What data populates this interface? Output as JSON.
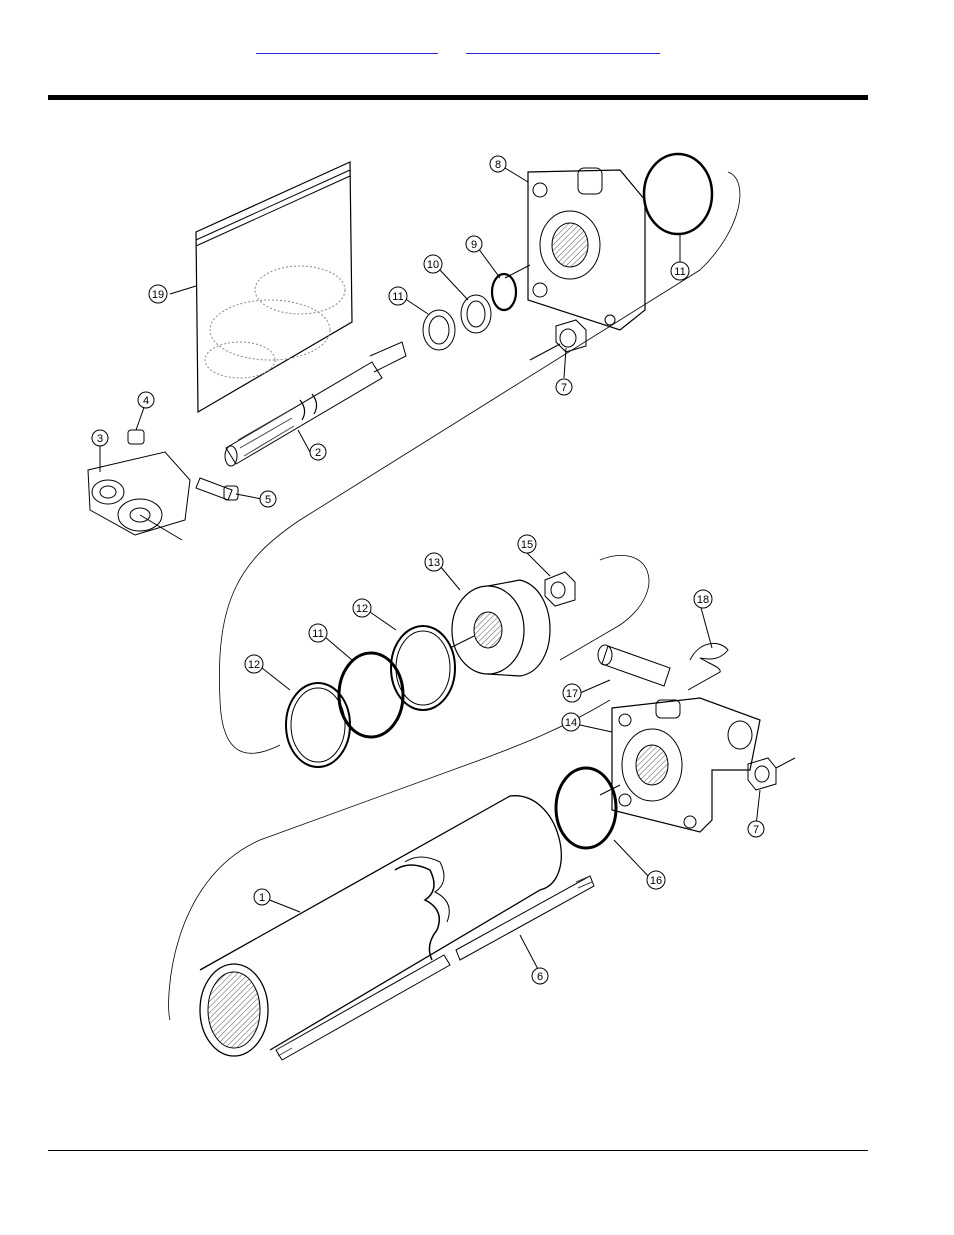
{
  "header": {
    "links": [
      {
        "label": ""
      },
      {
        "label": ""
      }
    ]
  },
  "diagram": {
    "callouts": [
      {
        "id": "1"
      },
      {
        "id": "2"
      },
      {
        "id": "3"
      },
      {
        "id": "4"
      },
      {
        "id": "5"
      },
      {
        "id": "6"
      },
      {
        "id": "7"
      },
      {
        "id": "7"
      },
      {
        "id": "8"
      },
      {
        "id": "9"
      },
      {
        "id": "10"
      },
      {
        "id": "11"
      },
      {
        "id": "11"
      },
      {
        "id": "11"
      },
      {
        "id": "12"
      },
      {
        "id": "12"
      },
      {
        "id": "13"
      },
      {
        "id": "14"
      },
      {
        "id": "15"
      },
      {
        "id": "16"
      },
      {
        "id": "17"
      },
      {
        "id": "18"
      },
      {
        "id": "19"
      }
    ]
  }
}
